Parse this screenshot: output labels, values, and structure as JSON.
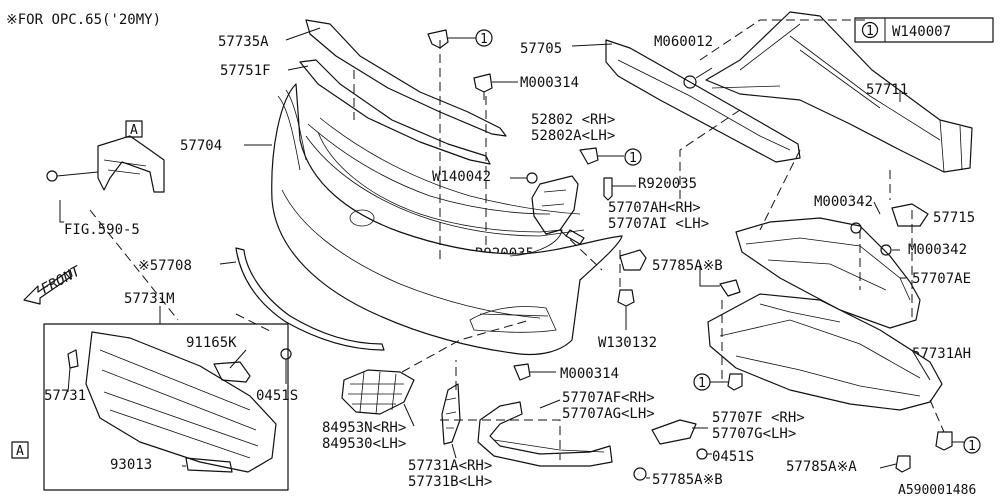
{
  "note": "※FOR OPC.65('20MY)",
  "legend": {
    "circle": "1",
    "code": "W140007"
  },
  "front_label": "FRONT",
  "callout_letter": "A",
  "circle_marker": "1",
  "diagram_id": "A590001486",
  "labels": {
    "p57735A": "57735A",
    "p57751F": "57751F",
    "p57704": "57704",
    "p57705": "57705",
    "pM060012": "M060012",
    "pM000314_top": "M000314",
    "p57711": "57711",
    "p52802": "52802 <RH>",
    "p52802A": "52802A<LH>",
    "pW140042": "W140042",
    "pR920035_a": "R920035",
    "p57707AH": "57707AH<RH>",
    "p57707AI": "57707AI <LH>",
    "pM000342_a": "M000342",
    "p57715": "57715",
    "pM000342_b": "M000342",
    "pFIG590": "FIG.590-5",
    "p57708": "※57708",
    "pR920035_b": "R920035",
    "p57785AB_top": "57785A※B",
    "p57707AE": "57707AE",
    "p57731M": "57731M",
    "p91165K": "91165K",
    "p0451S_a": "0451S",
    "p57731": "57731",
    "pW130132": "W130132",
    "p57731AH": "57731AH",
    "pM000314_bot": "M000314",
    "p84953N": "84953N<RH>",
    "p84953O": "849530<LH>",
    "p57707AF": "57707AF<RH>",
    "p57707AG": "57707AG<LH>",
    "p57707F": "57707F <RH>",
    "p57707G": "57707G<LH>",
    "p0451S_b": "0451S",
    "p93013": "93013",
    "p57731A": "57731A<RH>",
    "p57731B": "57731B<LH>",
    "p57785AB_bot": "57785A※B",
    "p57785AA": "57785A※A"
  }
}
